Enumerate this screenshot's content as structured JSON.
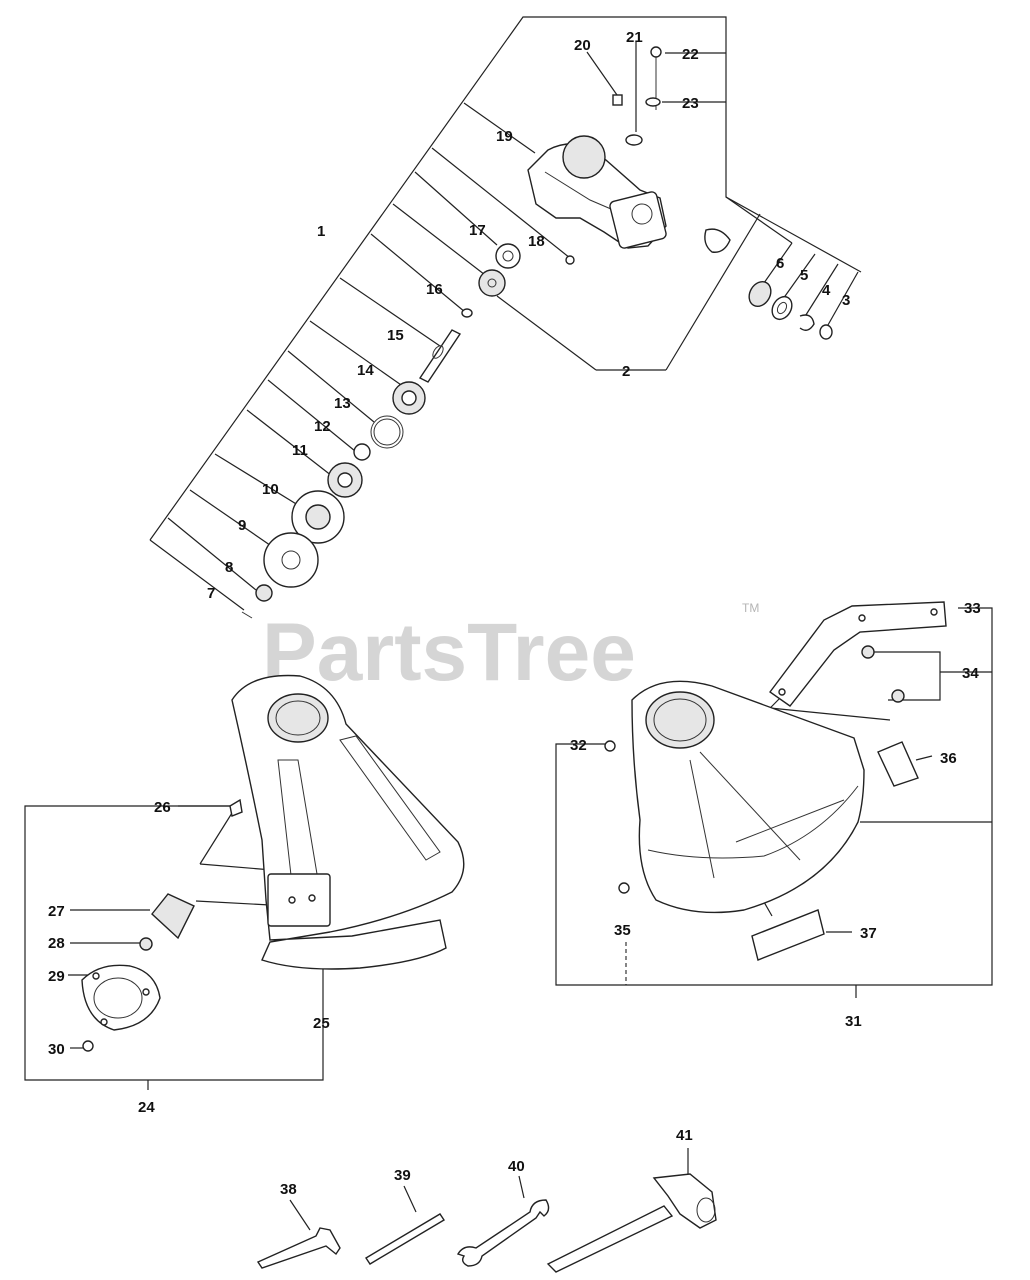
{
  "watermark": {
    "text": "PartsTree",
    "trademark": "TM"
  },
  "callouts": {
    "p1": "1",
    "p2": "2",
    "p3": "3",
    "p4": "4",
    "p5": "5",
    "p6": "6",
    "p7": "7",
    "p8": "8",
    "p9": "9",
    "p10": "10",
    "p11": "11",
    "p12": "12",
    "p13": "13",
    "p14": "14",
    "p15": "15",
    "p16": "16",
    "p17": "17",
    "p18": "18",
    "p19": "19",
    "p20": "20",
    "p21": "21",
    "p22": "22",
    "p23": "23",
    "p24": "24",
    "p25": "25",
    "p26": "26",
    "p27": "27",
    "p28": "28",
    "p29": "29",
    "p30": "30",
    "p31": "31",
    "p32": "32",
    "p33": "33",
    "p34": "34",
    "p35": "35",
    "p36": "36",
    "p37": "37",
    "p38": "38",
    "p39": "39",
    "p40": "40",
    "p41": "41"
  }
}
